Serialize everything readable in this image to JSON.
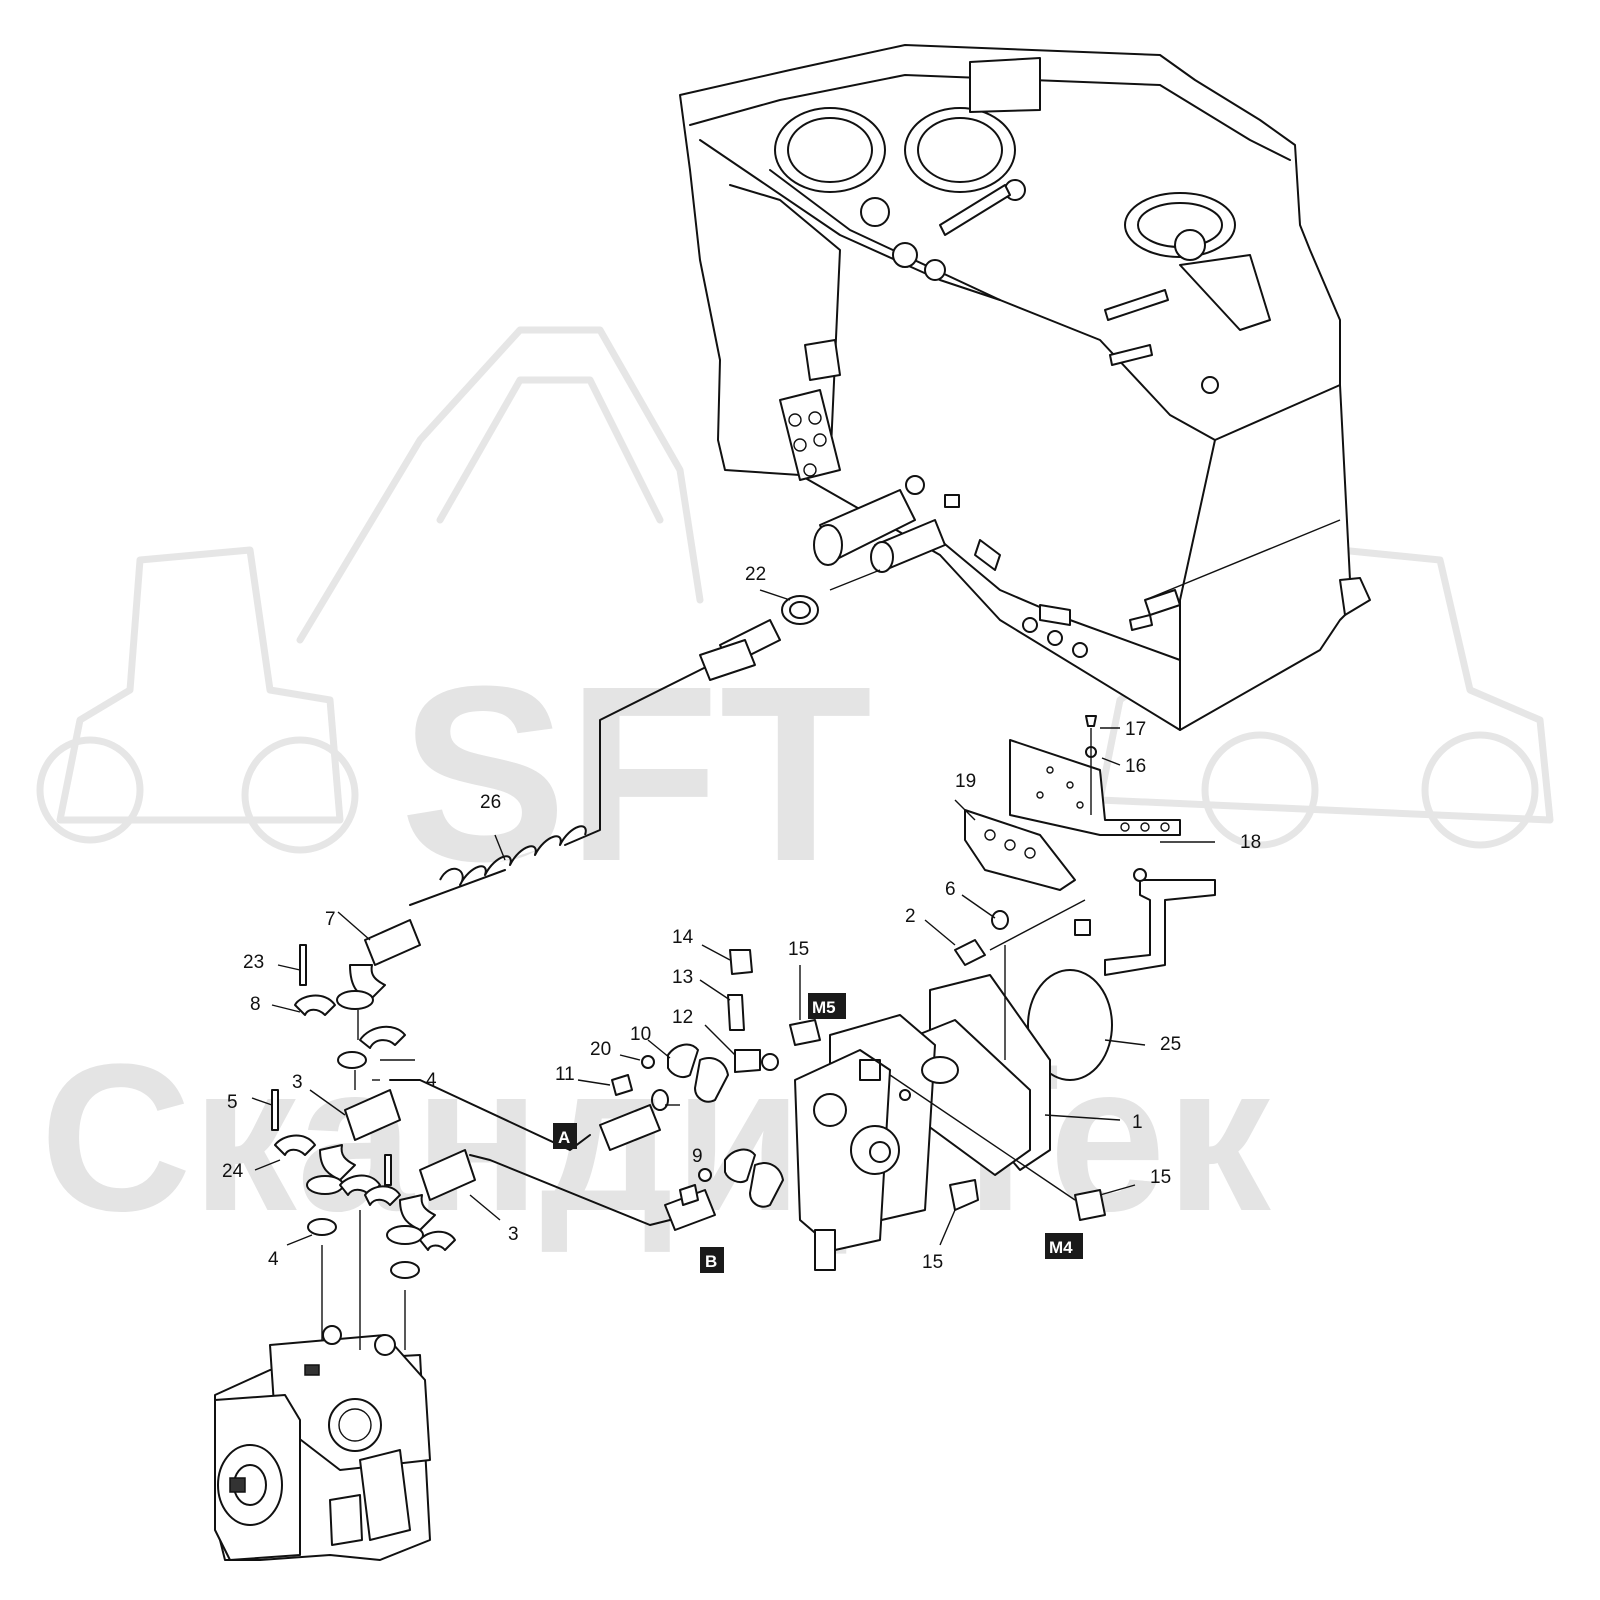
{
  "watermark": {
    "brand": "SFT",
    "name": "СкандирТек"
  },
  "callouts": [
    {
      "id": "c1",
      "text": "1"
    },
    {
      "id": "c2",
      "text": "2"
    },
    {
      "id": "c3a",
      "text": "3"
    },
    {
      "id": "c3b",
      "text": "3"
    },
    {
      "id": "c4a",
      "text": "4"
    },
    {
      "id": "c4b",
      "text": "4"
    },
    {
      "id": "c5",
      "text": "5"
    },
    {
      "id": "c6",
      "text": "6"
    },
    {
      "id": "c7",
      "text": "7"
    },
    {
      "id": "c8",
      "text": "8"
    },
    {
      "id": "c9",
      "text": "9"
    },
    {
      "id": "c10",
      "text": "10"
    },
    {
      "id": "c11",
      "text": "11"
    },
    {
      "id": "c12",
      "text": "12"
    },
    {
      "id": "c13",
      "text": "13"
    },
    {
      "id": "c14",
      "text": "14"
    },
    {
      "id": "c15a",
      "text": "15"
    },
    {
      "id": "c15b",
      "text": "15"
    },
    {
      "id": "c15c",
      "text": "15"
    },
    {
      "id": "c16",
      "text": "16"
    },
    {
      "id": "c17",
      "text": "17"
    },
    {
      "id": "c18",
      "text": "18"
    },
    {
      "id": "c19",
      "text": "19"
    },
    {
      "id": "c20",
      "text": "20"
    },
    {
      "id": "c22",
      "text": "22"
    },
    {
      "id": "c23",
      "text": "23"
    },
    {
      "id": "c24",
      "text": "24"
    },
    {
      "id": "c25",
      "text": "25"
    },
    {
      "id": "c26",
      "text": "26"
    }
  ],
  "tags": [
    {
      "id": "tA",
      "text": "A"
    },
    {
      "id": "tB",
      "text": "B"
    },
    {
      "id": "tM5",
      "text": "M5"
    },
    {
      "id": "tM4",
      "text": "M4"
    }
  ]
}
